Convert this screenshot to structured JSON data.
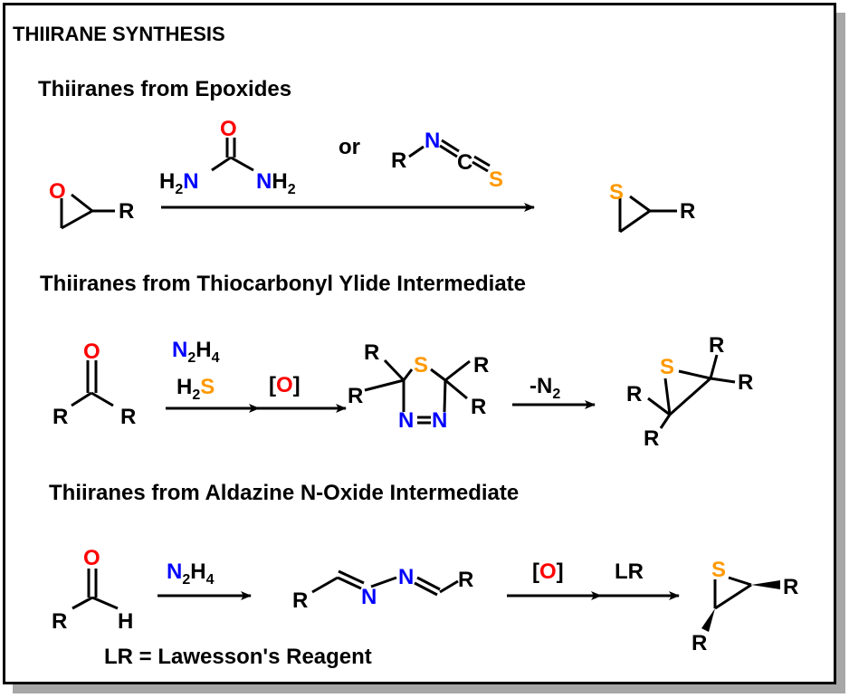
{
  "title": "THIIRANE SYNTHESIS",
  "sections": {
    "epoxides": {
      "heading": "Thiiranes from Epoxides",
      "epoxide_O": "O",
      "R": "R",
      "urea_O": "O",
      "urea_H": "H",
      "sub2": "2",
      "urea_N": "N",
      "or": "or",
      "iso_R": "R",
      "iso_N": "N",
      "iso_C": "C",
      "iso_S": "S",
      "thiirane_S": "S"
    },
    "ylide": {
      "heading": "Thiiranes from Thiocarbonyl Ylide Intermediate",
      "ketone_O": "O",
      "R": "R",
      "N": "N",
      "H": "H",
      "sub2": "2",
      "sub4": "4",
      "S": "S",
      "ox_open": "[",
      "ox_O": "O",
      "ox_close": "]",
      "minus_N": "-N"
    },
    "aldazine": {
      "heading": "Thiiranes from Aldazine N-Oxide Intermediate",
      "ald_O": "O",
      "R": "R",
      "H": "H",
      "N": "N",
      "sub2": "2",
      "sub4": "4",
      "ox_open": "[",
      "ox_O": "O",
      "ox_close": "]",
      "LR": "LR",
      "S": "S",
      "footnote": "LR = Lawesson's Reagent"
    }
  },
  "colors": {
    "oxygen": "#ff0000",
    "nitrogen": "#0000ff",
    "sulfur": "#ff9900",
    "ink": "#000000"
  }
}
